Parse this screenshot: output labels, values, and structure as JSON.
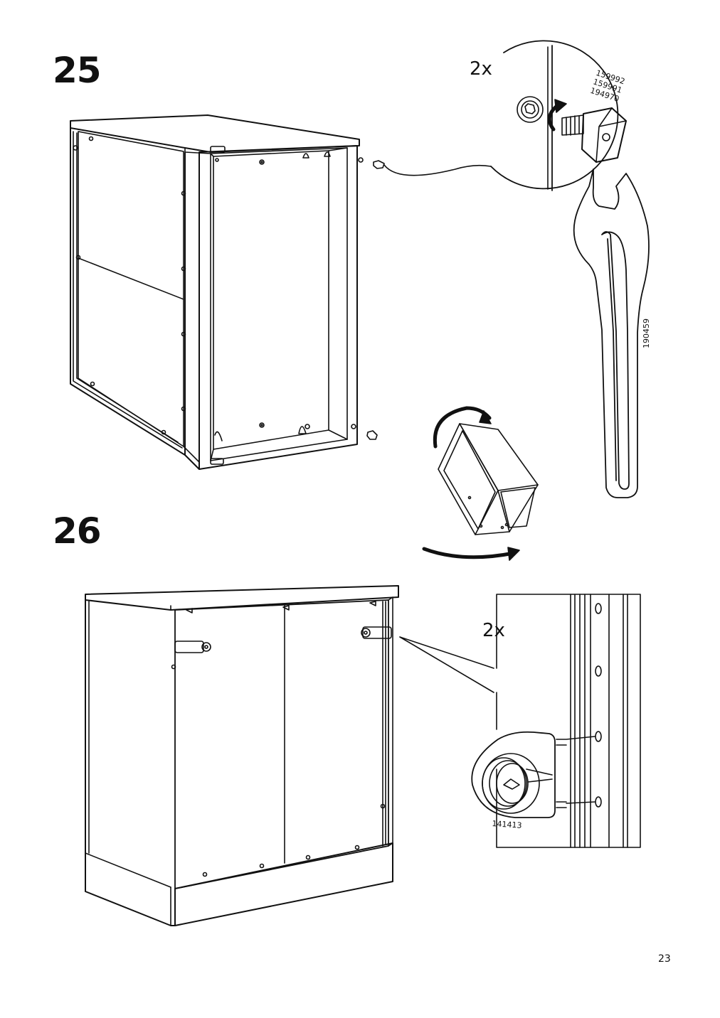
{
  "page_number": "23",
  "steps": [
    {
      "number": "25",
      "detail": {
        "quantity": "2x",
        "part_numbers": [
          "159992",
          "159991",
          "194970"
        ]
      },
      "tool_part_number": "190459"
    },
    {
      "number": "26",
      "detail": {
        "quantity": "2x",
        "part_number": "141413"
      }
    }
  ]
}
